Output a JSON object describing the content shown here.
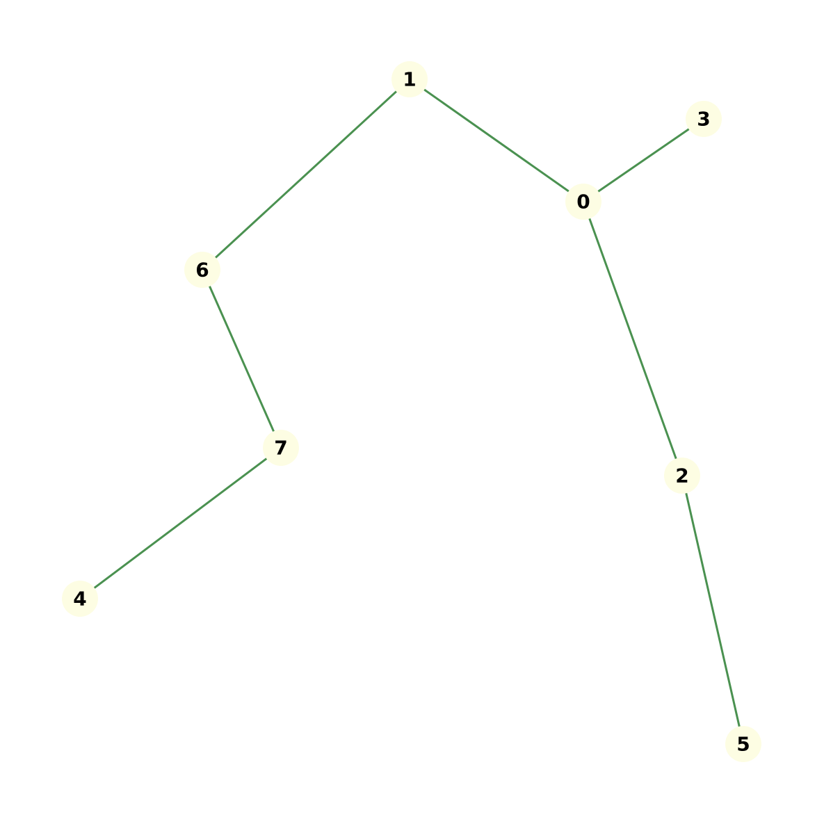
{
  "graph": {
    "colors": {
      "edge": "#4a9150",
      "node_fill": "#fdfde3",
      "label": "#000000"
    },
    "nodes": [
      {
        "id": "0",
        "label": "0"
      },
      {
        "id": "1",
        "label": "1"
      },
      {
        "id": "2",
        "label": "2"
      },
      {
        "id": "3",
        "label": "3"
      },
      {
        "id": "4",
        "label": "4"
      },
      {
        "id": "5",
        "label": "5"
      },
      {
        "id": "6",
        "label": "6"
      },
      {
        "id": "7",
        "label": "7"
      }
    ],
    "edges": [
      {
        "source": "1",
        "target": "0"
      },
      {
        "source": "1",
        "target": "6"
      },
      {
        "source": "0",
        "target": "3"
      },
      {
        "source": "0",
        "target": "2"
      },
      {
        "source": "2",
        "target": "5"
      },
      {
        "source": "6",
        "target": "7"
      },
      {
        "source": "7",
        "target": "4"
      }
    ]
  }
}
